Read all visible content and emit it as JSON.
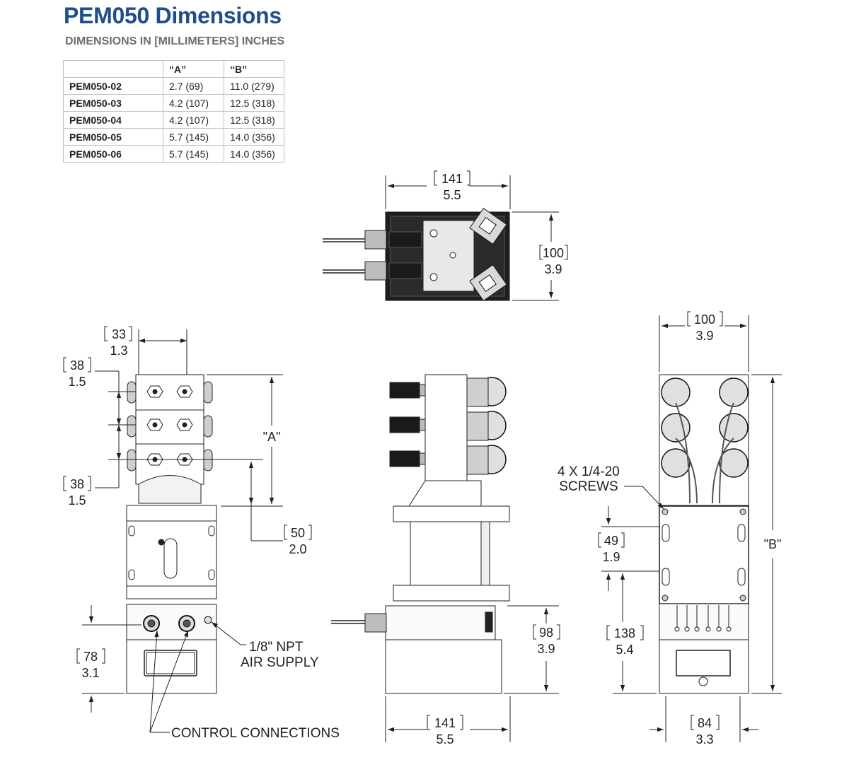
{
  "header": {
    "title": "PEM050 Dimensions",
    "subtitle": "DIMENSIONS IN [MILLIMETERS] INCHES"
  },
  "table": {
    "columns": [
      "",
      "“A”",
      "“B”"
    ],
    "rows": [
      {
        "model": "PEM050-02",
        "a": "2.7 (69)",
        "b": "11.0 (279)"
      },
      {
        "model": "PEM050-03",
        "a": "4.2 (107)",
        "b": "12.5 (318)"
      },
      {
        "model": "PEM050-04",
        "a": "4.2 (107)",
        "b": "12.5 (318)"
      },
      {
        "model": "PEM050-05",
        "a": "5.7 (145)",
        "b": "14.0 (356)"
      },
      {
        "model": "PEM050-06",
        "a": "5.7 (145)",
        "b": "14.0 (356)"
      }
    ]
  },
  "dims": {
    "top_width_mm": "141",
    "top_width_in": "5.5",
    "top_height_mm": "100",
    "top_height_in": "3.9",
    "port_spacing_mm": "33",
    "port_spacing_in": "1.3",
    "pitch1_mm": "38",
    "pitch1_in": "1.5",
    "pitch2_mm": "38",
    "pitch2_in": "1.5",
    "a_label": "\"A\"",
    "manifold_base_mm": "50",
    "manifold_base_in": "2.0",
    "base_height_mm": "78",
    "base_height_in": "3.1",
    "side_base_mm": "98",
    "side_base_in": "3.9",
    "side_width_mm": "141",
    "side_width_in": "5.5",
    "back_width_mm": "100",
    "back_width_in": "3.9",
    "b_label": "\"B\"",
    "screw_spacing_mm": "49",
    "screw_spacing_in": "1.9",
    "screw_height_mm": "138",
    "screw_height_in": "5.4",
    "bottom_width_mm": "84",
    "bottom_width_in": "3.3"
  },
  "callouts": {
    "screws_line1": "4 X 1/4-20",
    "screws_line2": "SCREWS",
    "air_line1": "1/8\" NPT",
    "air_line2": "AIR SUPPLY",
    "control": "CONTROL CONNECTIONS"
  }
}
